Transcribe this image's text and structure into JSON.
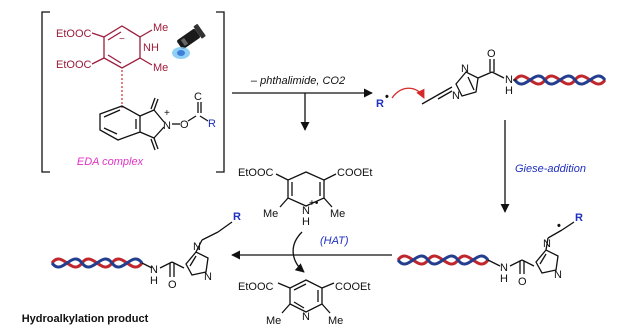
{
  "colors": {
    "maroon": "#9b1c3c",
    "blue": "#1f2fbf",
    "magenta": "#e233c6",
    "red": "#d62a2a",
    "dna_red": "#c0262c",
    "dna_blue": "#233e8f",
    "black": "#111111"
  },
  "icons": [
    "flashlight-icon",
    "dna-helix-icon"
  ],
  "complex": {
    "ester_top": "EtOOC",
    "ester_bottom": "EtOOC",
    "me_top": "Me",
    "me_bottom": "Me",
    "nh": "NH",
    "minus": "−",
    "plus": "+",
    "n": "N",
    "o_ester": "O",
    "c_ester": "C",
    "r_group": "R",
    "caption": "EDA complex"
  },
  "arrows": {
    "top_label": "– phthalimide, CO2",
    "giese_label": "Giese-addition",
    "hat_label": "(HAT)"
  },
  "radical": {
    "r": "R",
    "dot": "•"
  },
  "top_product": {
    "nh": "N",
    "h": "H",
    "o": "O",
    "n1": "N",
    "n2": "N"
  },
  "dhp_cation": {
    "ester_left": "EtOOC",
    "ester_right": "COOEt",
    "me_left": "Me",
    "me_right": "Me",
    "n": "N",
    "h": "H",
    "charge": "+•"
  },
  "pyridine": {
    "ester_left": "EtOOC",
    "ester_right": "COOEt",
    "me_left": "Me",
    "me_right": "Me",
    "n": "N"
  },
  "radical_adduct": {
    "r": "R",
    "dot": "•",
    "n1": "N",
    "n2": "N",
    "nh": "N",
    "h": "H",
    "o": "O"
  },
  "final_product": {
    "r": "R",
    "n1": "N",
    "n2": "N",
    "nh": "N",
    "h": "H",
    "o": "O",
    "caption": "Hydroalkylation product"
  }
}
